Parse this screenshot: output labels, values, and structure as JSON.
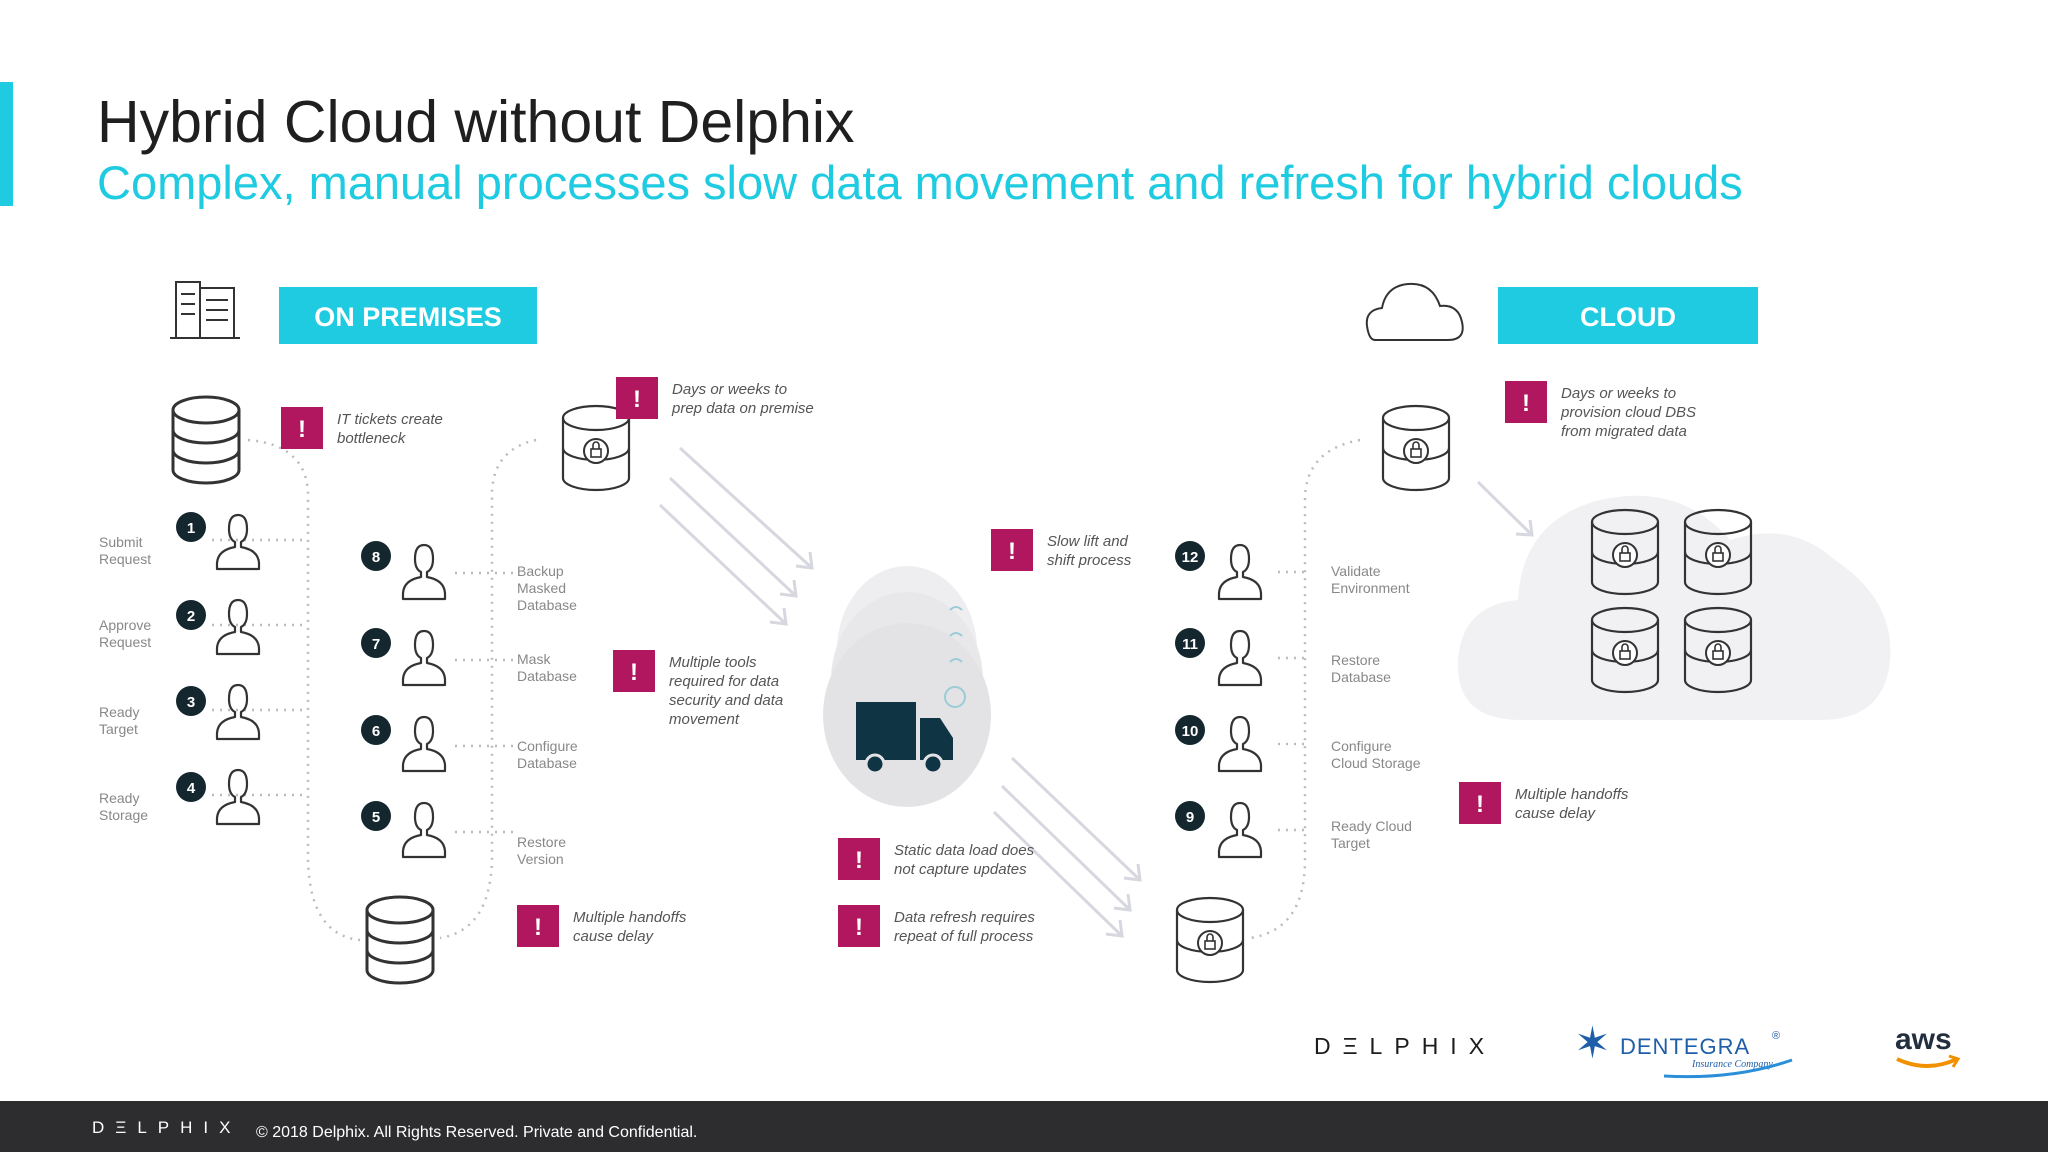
{
  "slide": {
    "title": "Hybrid Cloud without Delphix",
    "subtitle": "Complex, manual processes slow data movement and refresh for hybrid clouds"
  },
  "zones": {
    "on_premises": "ON PREMISES",
    "cloud": "CLOUD"
  },
  "steps": [
    {
      "num": "1",
      "label": [
        "Submit",
        "Request"
      ]
    },
    {
      "num": "2",
      "label": [
        "Approve",
        "Request"
      ]
    },
    {
      "num": "3",
      "label": [
        "Ready",
        "Target"
      ]
    },
    {
      "num": "4",
      "label": [
        "Ready",
        "Storage"
      ]
    },
    {
      "num": "5",
      "label": [
        "Restore",
        "Version"
      ]
    },
    {
      "num": "6",
      "label": [
        "Configure",
        "Database"
      ]
    },
    {
      "num": "7",
      "label": [
        "Mask",
        "Database"
      ]
    },
    {
      "num": "8",
      "label": [
        "Backup",
        "Masked",
        "Database"
      ]
    },
    {
      "num": "9",
      "label": [
        "Ready Cloud",
        "Target"
      ]
    },
    {
      "num": "10",
      "label": [
        "Configure",
        "Cloud Storage"
      ]
    },
    {
      "num": "11",
      "label": [
        "Restore",
        "Database"
      ]
    },
    {
      "num": "12",
      "label": [
        "Validate",
        "Environment"
      ]
    }
  ],
  "alerts": [
    {
      "id": "it-tickets",
      "text": [
        "IT tickets create",
        "bottleneck"
      ]
    },
    {
      "id": "prep-data",
      "text": [
        "Days or weeks to",
        "prep data on premise"
      ]
    },
    {
      "id": "multiple-tools",
      "text": [
        "Multiple tools",
        "required for data",
        "security and data",
        "movement"
      ]
    },
    {
      "id": "handoffs-onprem",
      "text": [
        "Multiple handoffs",
        "cause delay"
      ]
    },
    {
      "id": "lift-shift",
      "text": [
        "Slow lift and",
        "shift process"
      ]
    },
    {
      "id": "static-load",
      "text": [
        "Static data load does",
        "not capture updates"
      ]
    },
    {
      "id": "data-refresh",
      "text": [
        "Data refresh requires",
        "repeat of full process"
      ]
    },
    {
      "id": "provision-cloud",
      "text": [
        "Days or weeks to",
        "provision cloud DBS",
        "from migrated data"
      ]
    },
    {
      "id": "handoffs-cloud",
      "text": [
        "Multiple handoffs",
        "cause delay"
      ]
    }
  ],
  "alert_symbol": "!",
  "partners": {
    "delphix": "DΞLPHIX",
    "dentegra": "DENTEGRA",
    "dentegra_reg": "®",
    "dentegra_sub": "Insurance Company",
    "aws": "aws"
  },
  "footer": {
    "logo": "DΞLPHIX",
    "copyright": "© 2018 Delphix. All Rights Reserved. Private and Confidential."
  },
  "colors": {
    "accent": "#1ecbe1",
    "alert": "#b0175e",
    "step_badge": "#14262e",
    "truck": "#0f3444",
    "footer_bg": "#2d2d2f",
    "dentegra_blue": "#1f5ea8",
    "aws_orange": "#f29100"
  }
}
